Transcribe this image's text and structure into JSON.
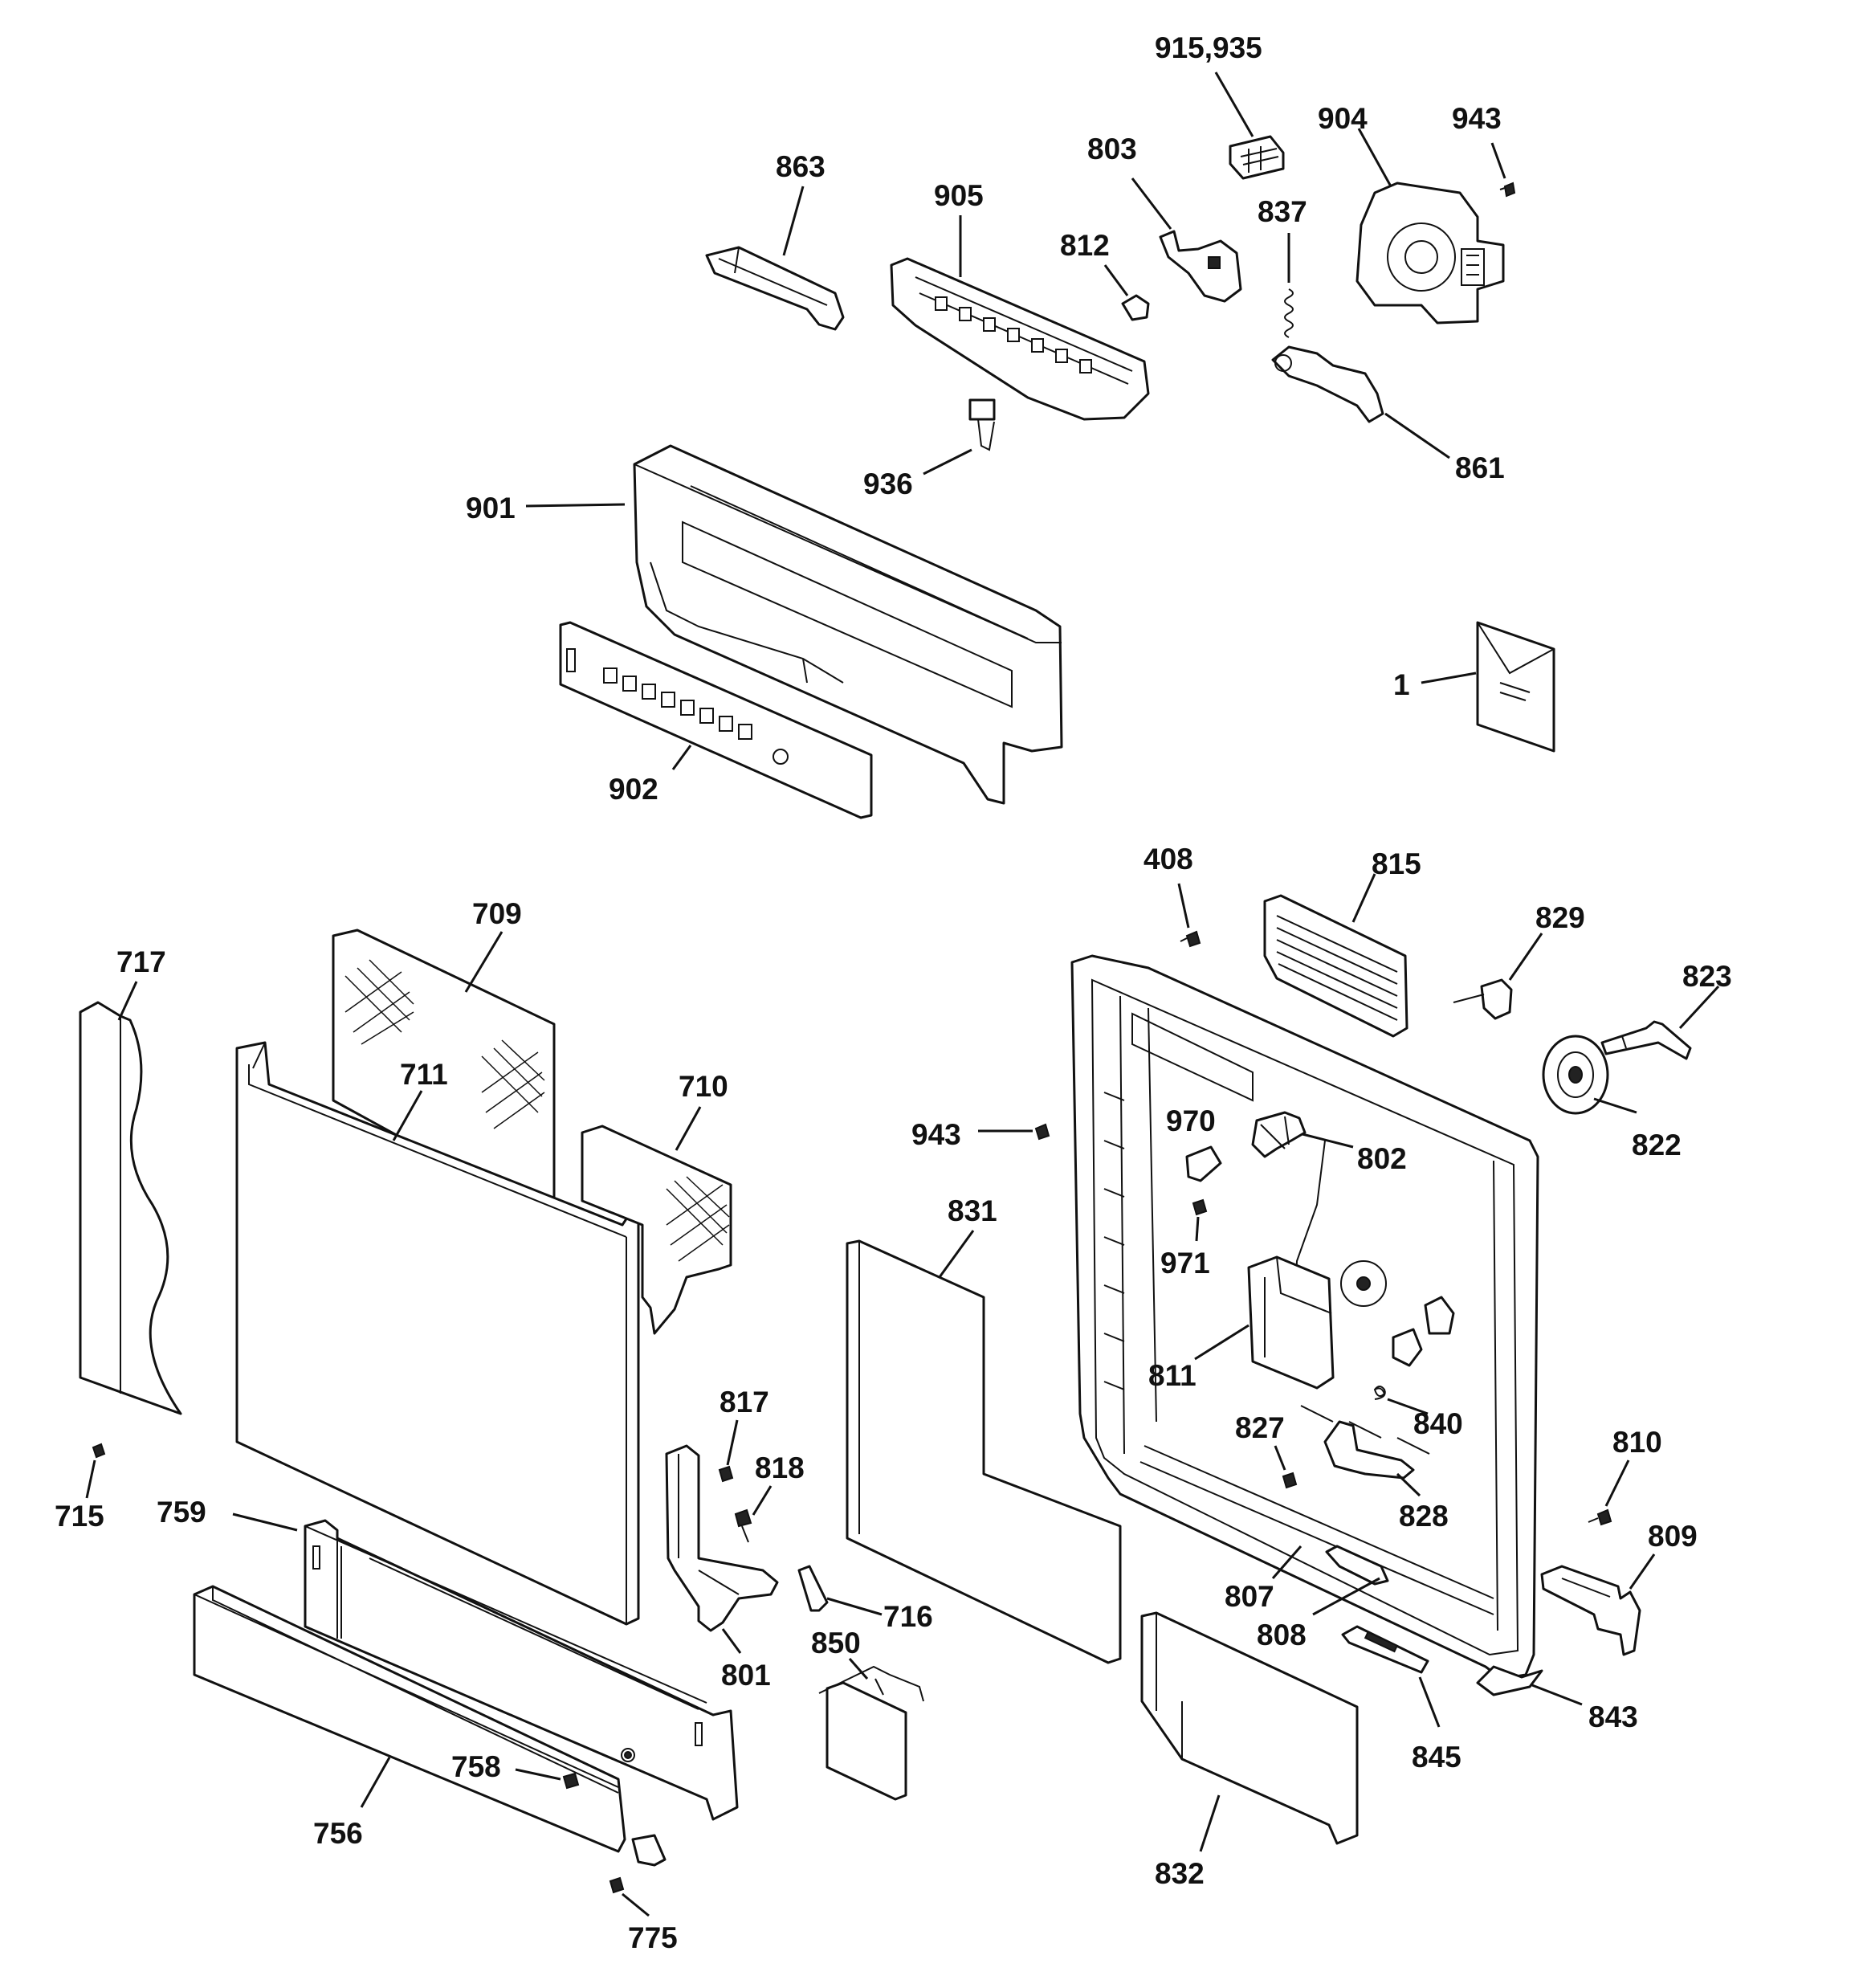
{
  "diagram": {
    "callouts": {
      "c915": "915,935",
      "c904": "904",
      "c943a": "943",
      "c863": "863",
      "c905": "905",
      "c803": "803",
      "c812": "812",
      "c837": "837",
      "c936": "936",
      "c861": "861",
      "c901": "901",
      "c1": "1",
      "c902": "902",
      "c408": "408",
      "c815": "815",
      "c829": "829",
      "c823": "823",
      "c709": "709",
      "c717": "717",
      "c711": "711",
      "c710": "710",
      "c943b": "943",
      "c970": "970",
      "c802": "802",
      "c822": "822",
      "c831": "831",
      "c971": "971",
      "c811": "811",
      "c817": "817",
      "c840": "840",
      "c818": "818",
      "c827": "827",
      "c810": "810",
      "c715": "715",
      "c759": "759",
      "c828": "828",
      "c809": "809",
      "c807": "807",
      "c716": "716",
      "c808": "808",
      "c850": "850",
      "c801": "801",
      "c843": "843",
      "c845": "845",
      "c758": "758",
      "c756": "756",
      "c832": "832",
      "c775": "775"
    }
  }
}
